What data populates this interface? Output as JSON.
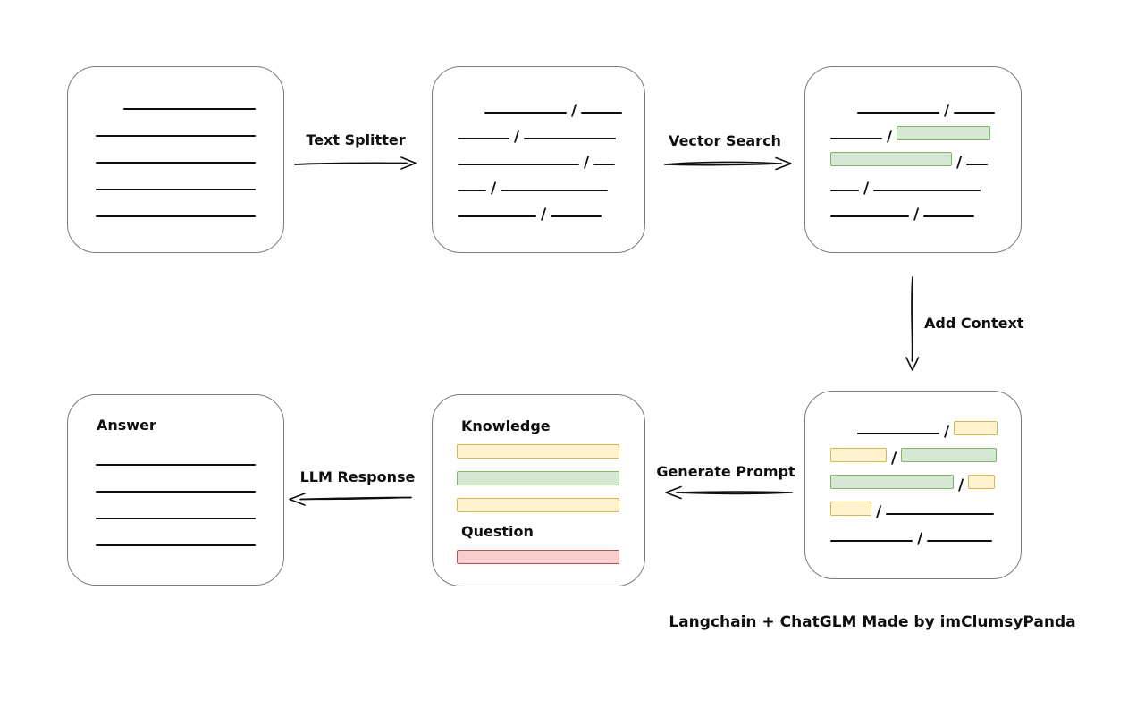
{
  "caption": "Langchain + ChatGLM Made by imClumsyPanda",
  "labels": {
    "text_splitter": "Text Splitter",
    "vector_search": "Vector Search",
    "add_context": "Add Context",
    "generate_prompt": "Generate Prompt",
    "llm_response": "LLM Response",
    "knowledge": "Knowledge",
    "question": "Question",
    "answer": "Answer"
  },
  "separator": "/",
  "colors": {
    "green_fill": "#d5e8d4",
    "green_border": "#82b366",
    "yellow_fill": "#fff2cc",
    "yellow_border": "#d6b656",
    "red_fill": "#f8cecc",
    "red_border": "#b85450",
    "box_border": "#7b7b7b",
    "ink": "#0f0f0f",
    "background": "#ffffff"
  },
  "diagram": {
    "document_box": {
      "rows": [
        {
          "indent": 62,
          "segments": [
            {
              "type": "line",
              "width": 148
            }
          ]
        },
        {
          "indent": 31,
          "segments": [
            {
              "type": "line",
              "width": 179
            }
          ]
        },
        {
          "indent": 31,
          "segments": [
            {
              "type": "line",
              "width": 179
            }
          ]
        },
        {
          "indent": 31,
          "segments": [
            {
              "type": "line",
              "width": 179
            }
          ]
        },
        {
          "indent": 31,
          "segments": [
            {
              "type": "line",
              "width": 179
            }
          ]
        }
      ]
    },
    "chunks_box": {
      "rows": [
        {
          "indent": 58,
          "segments": [
            {
              "type": "line",
              "width": 92
            },
            {
              "type": "line",
              "width": 46
            }
          ]
        },
        {
          "indent": 28,
          "segments": [
            {
              "type": "line",
              "width": 58
            },
            {
              "type": "line",
              "width": 103
            }
          ]
        },
        {
          "indent": 28,
          "segments": [
            {
              "type": "line",
              "width": 136
            },
            {
              "type": "line",
              "width": 24
            }
          ]
        },
        {
          "indent": 28,
          "segments": [
            {
              "type": "line",
              "width": 32
            },
            {
              "type": "line",
              "width": 120
            }
          ]
        },
        {
          "indent": 28,
          "segments": [
            {
              "type": "line",
              "width": 88
            },
            {
              "type": "line",
              "width": 57
            }
          ]
        }
      ]
    },
    "retrieved_box": {
      "rows": [
        {
          "indent": 58,
          "segments": [
            {
              "type": "line",
              "width": 92
            },
            {
              "type": "line",
              "width": 46
            }
          ]
        },
        {
          "indent": 28,
          "segments": [
            {
              "type": "line",
              "width": 58
            },
            {
              "type": "green",
              "width": 105
            }
          ]
        },
        {
          "indent": 28,
          "segments": [
            {
              "type": "green",
              "width": 136
            },
            {
              "type": "line",
              "width": 24
            }
          ]
        },
        {
          "indent": 28,
          "segments": [
            {
              "type": "line",
              "width": 32
            },
            {
              "type": "line",
              "width": 120
            }
          ]
        },
        {
          "indent": 28,
          "segments": [
            {
              "type": "line",
              "width": 88
            },
            {
              "type": "line",
              "width": 57
            }
          ]
        }
      ]
    },
    "context_box": {
      "rows": [
        {
          "indent": 58,
          "segments": [
            {
              "type": "line",
              "width": 92
            },
            {
              "type": "yellow",
              "width": 49
            }
          ]
        },
        {
          "indent": 28,
          "segments": [
            {
              "type": "yellow",
              "width": 63
            },
            {
              "type": "green",
              "width": 107
            }
          ]
        },
        {
          "indent": 28,
          "segments": [
            {
              "type": "green",
              "width": 138
            },
            {
              "type": "yellow",
              "width": 30
            }
          ]
        },
        {
          "indent": 28,
          "segments": [
            {
              "type": "yellow",
              "width": 46
            },
            {
              "type": "line",
              "width": 121
            }
          ]
        },
        {
          "indent": 28,
          "segments": [
            {
              "type": "line",
              "width": 92
            },
            {
              "type": "line",
              "width": 73
            }
          ]
        }
      ]
    },
    "prompt_box": {
      "knowledge_bars": {
        "rows": [
          {
            "indent": 27,
            "segments": [
              {
                "type": "yellow",
                "width": 182
              }
            ]
          },
          {
            "indent": 27,
            "segments": [
              {
                "type": "green",
                "width": 182
              }
            ]
          },
          {
            "indent": 27,
            "segments": [
              {
                "type": "yellow",
                "width": 182
              }
            ]
          }
        ]
      },
      "question_bars": {
        "rows": [
          {
            "indent": 27,
            "segments": [
              {
                "type": "red",
                "width": 182
              }
            ]
          }
        ]
      }
    },
    "answer_box": {
      "rows": [
        {
          "indent": 31,
          "segments": [
            {
              "type": "line",
              "width": 179
            }
          ]
        },
        {
          "indent": 31,
          "segments": [
            {
              "type": "line",
              "width": 179
            }
          ]
        },
        {
          "indent": 31,
          "segments": [
            {
              "type": "line",
              "width": 179
            }
          ]
        },
        {
          "indent": 31,
          "segments": [
            {
              "type": "line",
              "width": 179
            }
          ]
        }
      ]
    }
  }
}
